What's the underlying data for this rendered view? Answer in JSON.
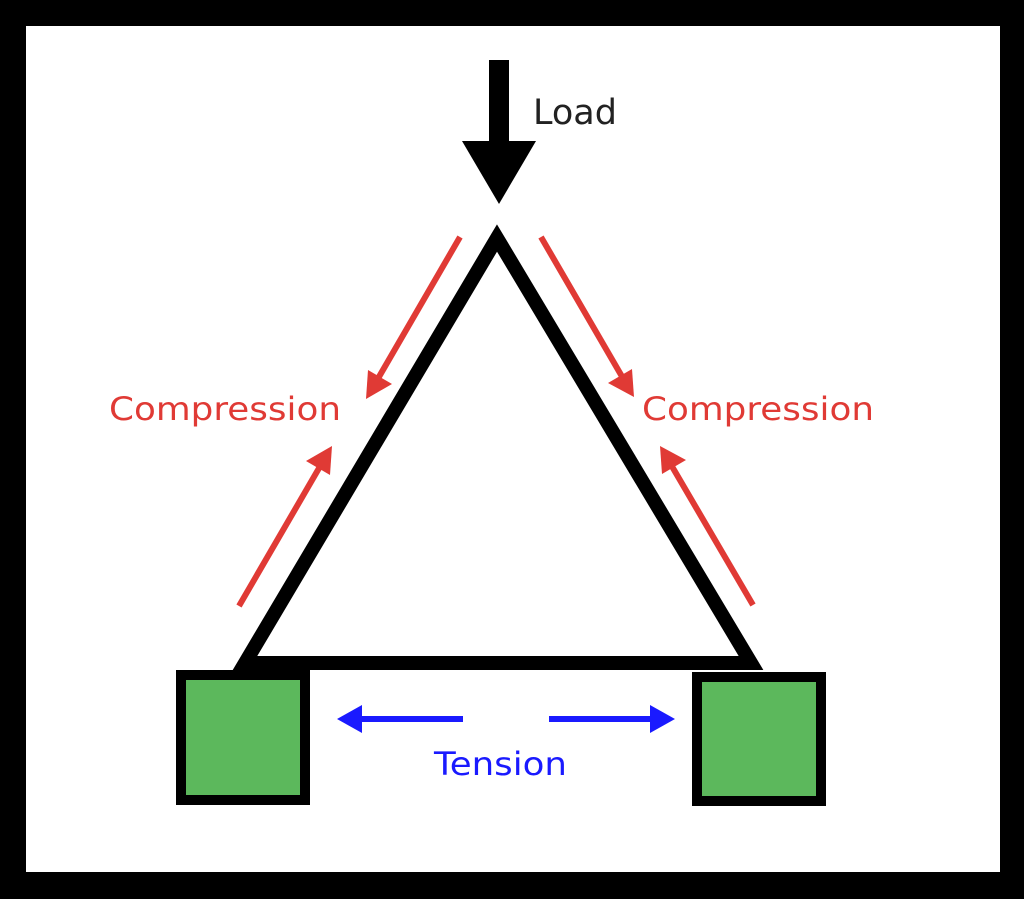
{
  "diagram": {
    "labels": {
      "load": "Load",
      "compression_left": "Compression",
      "compression_right": "Compression",
      "tension": "Tension"
    },
    "colors": {
      "frame": "#000000",
      "background": "#ffffff",
      "structure": "#000000",
      "compression": "#e03a35",
      "tension": "#1a1aff",
      "support_fill": "#5cb85c"
    }
  }
}
